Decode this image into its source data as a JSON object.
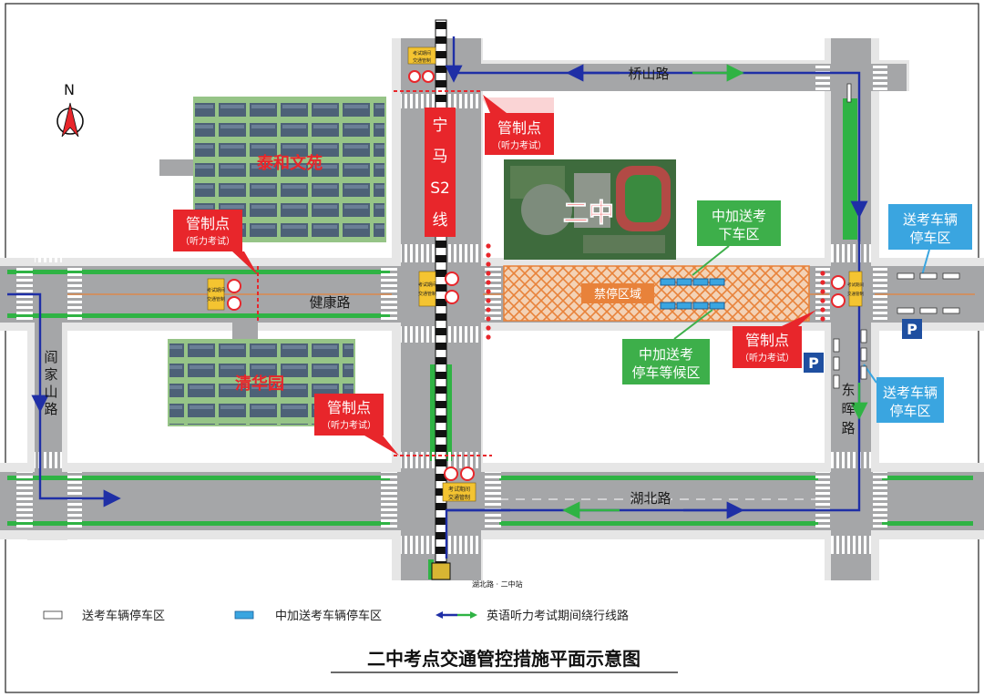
{
  "title": "二中考点交通管控措施平面示意图",
  "north": "N",
  "roads": {
    "qiaoshan": "桥山路",
    "jiankang": "健康路",
    "hubei": "湖北路",
    "yanjiashan": [
      "阎",
      "家",
      "山",
      "路"
    ],
    "donghui": [
      "东",
      "晖",
      "路"
    ]
  },
  "metro": {
    "label": [
      "宁",
      "马",
      "S2",
      "线"
    ],
    "station": "湖北路 · 二中站"
  },
  "places": {
    "taihe": "泰和文苑",
    "qinghua": "清华园",
    "school": "二中"
  },
  "control_points": [
    {
      "title": "管制点",
      "sub": "（听力考试）"
    },
    {
      "title": "管制点",
      "sub": "（听力考试）"
    },
    {
      "title": "管制点",
      "sub": "（听力考试）"
    },
    {
      "title": "管制点",
      "sub": "（听力考试）"
    }
  ],
  "zones": {
    "no_stop": "禁停区域",
    "dropoff": [
      "中加送考",
      "下车区"
    ],
    "waiting": [
      "中加送考",
      "停车等候区"
    ],
    "parking_a": [
      "送考车辆",
      "停车区"
    ],
    "parking_b": [
      "送考车辆",
      "停车区"
    ]
  },
  "sign_text": [
    "考试期间",
    "交通管制"
  ],
  "parking_symbol": "P",
  "legend": [
    {
      "label": "送考车辆停车区"
    },
    {
      "label": "中加送考车辆停车区"
    },
    {
      "label": "英语听力考试期间绕行线路"
    }
  ],
  "colors": {
    "road": "#a5a6a8",
    "sidewalk": "#e6e6e6",
    "green_strip": "#2fb344",
    "control_red": "#e8262b",
    "zone_green": "#3daf4a",
    "zone_blue": "#3aa5e0",
    "no_stop_orange": "#e8823a",
    "detour_blue": "#1f2fa6"
  }
}
